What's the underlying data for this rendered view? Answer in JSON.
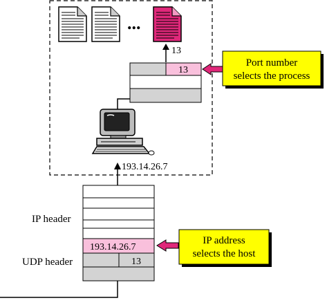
{
  "doc_icons": [
    {
      "color": "#ffffff",
      "icon": "document-icon"
    },
    {
      "color": "#ffffff",
      "icon": "document-icon"
    },
    {
      "color": "#e0287a",
      "icon": "document-icon-highlighted"
    }
  ],
  "ellipsis": "...",
  "process_port": "13",
  "port_table": {
    "port_value": "13",
    "highlight_color": "#f9c0dc",
    "row_color": "#d3d3d3"
  },
  "port_callout": {
    "line1": "Port number",
    "line2": "selects the process",
    "color": "#ffff00"
  },
  "host_ip": "193.14.26.7",
  "packet": {
    "ip_header_label": "IP header",
    "udp_header_label": "UDP  header",
    "ip_address": "193.14.26.7",
    "port_value": "13"
  },
  "ip_callout": {
    "line1": "IP address",
    "line2": "selects the host",
    "color": "#ffff00"
  },
  "arrow_color": "#e0287a"
}
